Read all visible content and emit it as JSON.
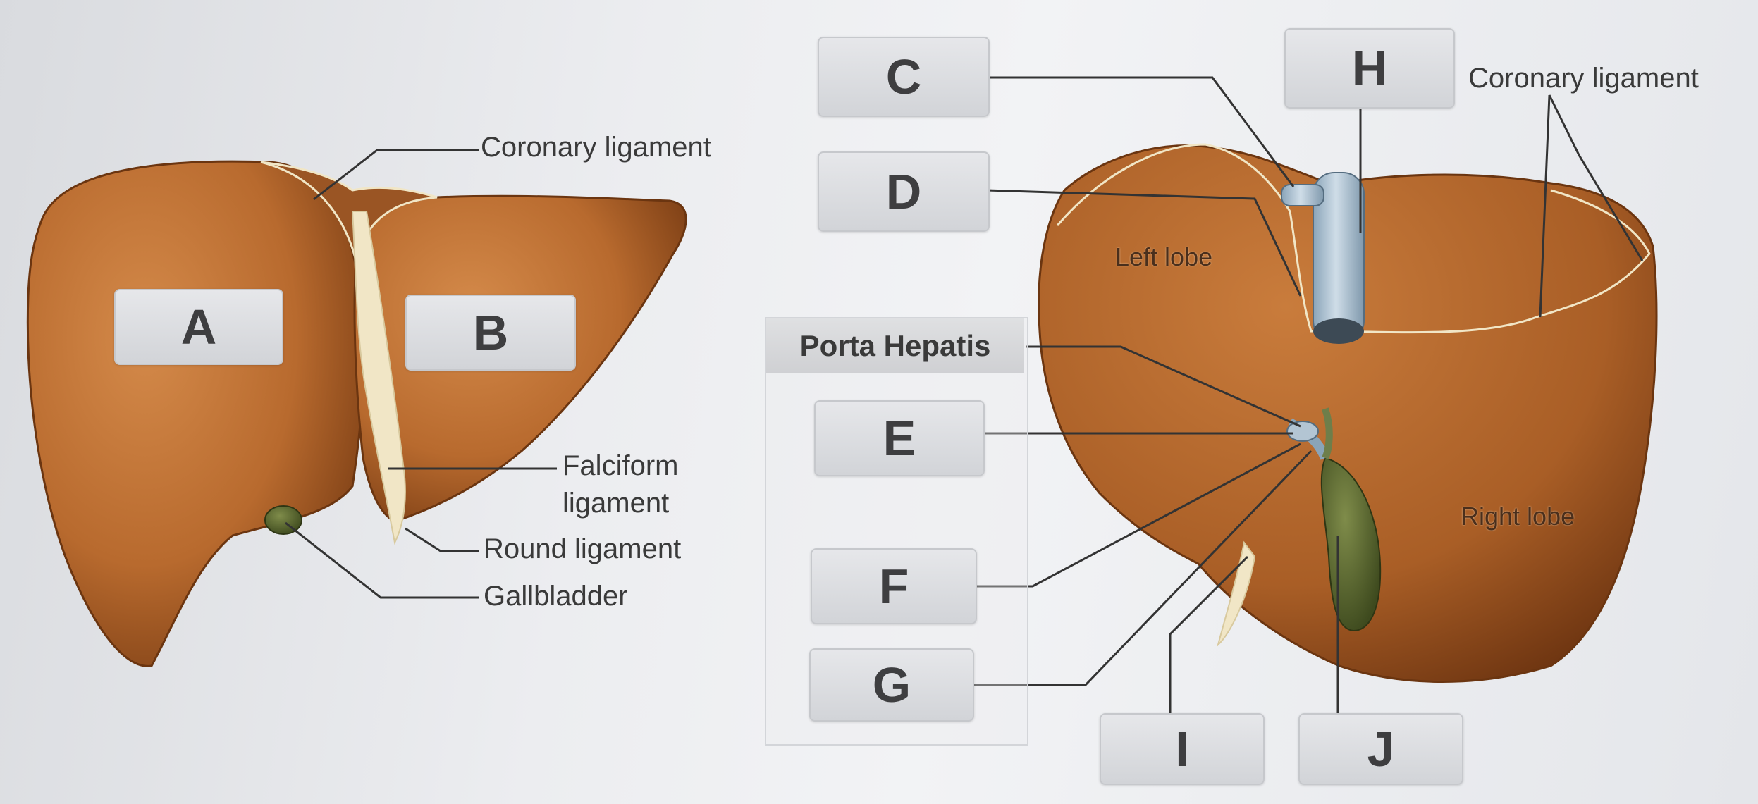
{
  "colors": {
    "liver": "#b86a2e",
    "liver_dark": "#7a3d14",
    "ligament": "#f1e6c6",
    "gallbladder": "#5c6a34",
    "vein": "#a9bfd0",
    "leader_line": "#333333"
  },
  "left_view": {
    "boxes": {
      "a": "A",
      "b": "B"
    },
    "annotations": {
      "coronary": "Coronary ligament",
      "falciform_1": "Falciform",
      "falciform_2": "ligament",
      "round": "Round ligament",
      "gallbladder": "Gallbladder"
    }
  },
  "right_view": {
    "boxes": {
      "c": "C",
      "d": "D",
      "h": "H",
      "e": "E",
      "f": "F",
      "g": "G",
      "i": "I",
      "j": "J"
    },
    "porta_hepatis": "Porta Hepatis",
    "annotations": {
      "coronary": "Coronary ligament",
      "left_lobe": "Left lobe",
      "right_lobe": "Right lobe"
    }
  }
}
